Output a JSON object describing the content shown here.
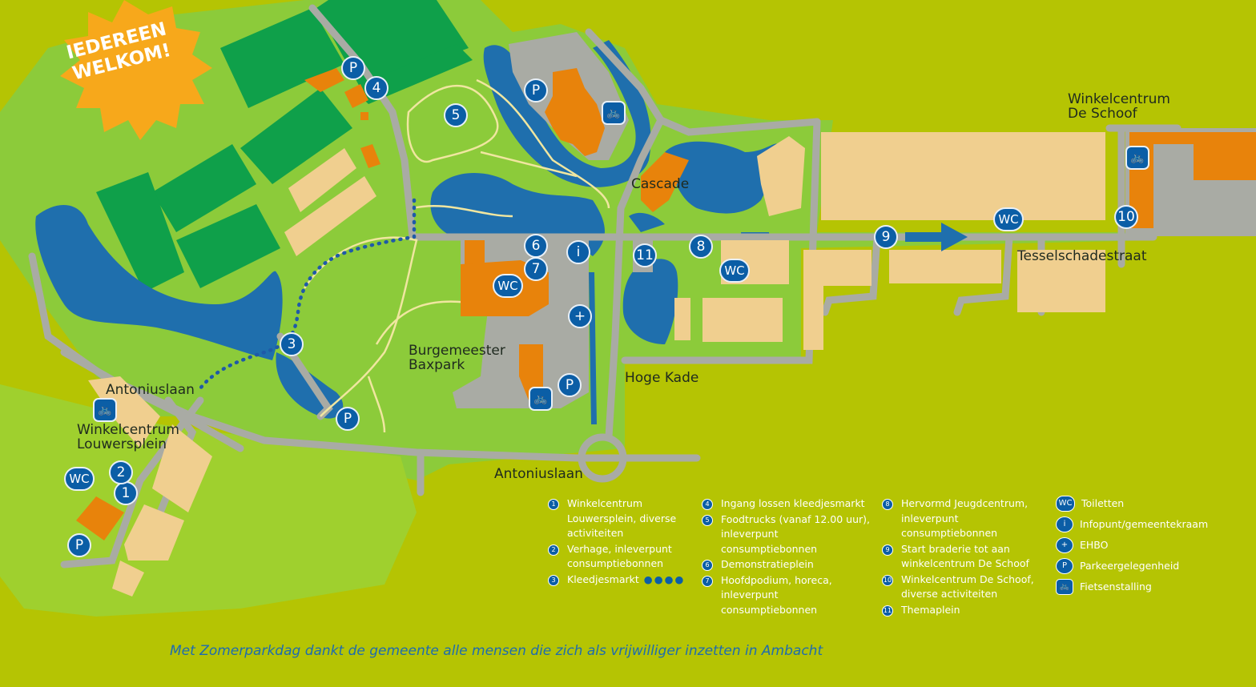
{
  "banner": {
    "line1": "IEDEREEN",
    "line2": "WELKOM!"
  },
  "labels": {
    "schoof": "Winkelcentrum\nDe Schoof",
    "cascade": "Cascade",
    "burgemeester": "Burgemeester\nBaxpark",
    "hoge_kade": "Hoge Kade",
    "tesselschade": "Tesselschadestraat",
    "antonius_top": "Antoniuslaan",
    "louwersplein": "Winkelcentrum\nLouwersplein",
    "antonius_bottom": "Antoniuslaan"
  },
  "markers": {
    "m1": "1",
    "m2": "2",
    "m3": "3",
    "m4": "4",
    "m5": "5",
    "m6": "6",
    "m7": "7",
    "m8": "8",
    "m9": "9",
    "m10": "10",
    "m11": "11",
    "info": "i",
    "ehbo": "+",
    "parking": "P",
    "wc": "WC",
    "bike": "🚲"
  },
  "legend": {
    "col1": [
      {
        "num": "1",
        "text": "Winkelcentrum Louwersplein, diverse activiteiten"
      },
      {
        "num": "2",
        "text": "Verhage, inleverpunt consumptiebonnen"
      },
      {
        "num": "3",
        "text": "Kleedjesmarkt"
      }
    ],
    "col2": [
      {
        "num": "4",
        "text": "Ingang lossen kleedjesmarkt"
      },
      {
        "num": "5",
        "text": "Foodtrucks (vanaf 12.00 uur), inleverpunt consumptiebonnen"
      },
      {
        "num": "6",
        "text": "Demonstratieplein"
      },
      {
        "num": "7",
        "text": "Hoofdpodium, horeca, inleverpunt consumptiebonnen"
      }
    ],
    "col3": [
      {
        "num": "8",
        "text": "Hervormd Jeugdcentrum, inleverpunt consumptiebonnen"
      },
      {
        "num": "9",
        "text": "Start braderie tot aan winkelcentrum De Schoof"
      },
      {
        "num": "10",
        "text": "Winkelcentrum De Schoof, diverse activiteiten"
      },
      {
        "num": "11",
        "text": "Themaplein"
      }
    ],
    "col4": [
      {
        "sym": "WC",
        "text": "Toiletten"
      },
      {
        "sym": "i",
        "text": "Infopunt/gemeentekraam"
      },
      {
        "sym": "+",
        "text": "EHBO"
      },
      {
        "sym": "P",
        "text": "Parkeergelegenheid"
      },
      {
        "sym": "🚲",
        "text": "Fietsenstalling"
      }
    ]
  },
  "footer": "Met Zomerparkdag dankt de gemeente alle mensen die zich als vrijwilliger inzetten in Ambacht",
  "colors": {
    "background": "#b5c403",
    "park_green": "#8ccb3a",
    "sports_field": "#0fa04a",
    "water": "#1f6fad",
    "road": "#a9aba4",
    "building_orange": "#e8830b",
    "building_beige": "#f0cf8f",
    "marker_blue": "#0b5ea6",
    "banner_orange": "#f7a81b"
  }
}
